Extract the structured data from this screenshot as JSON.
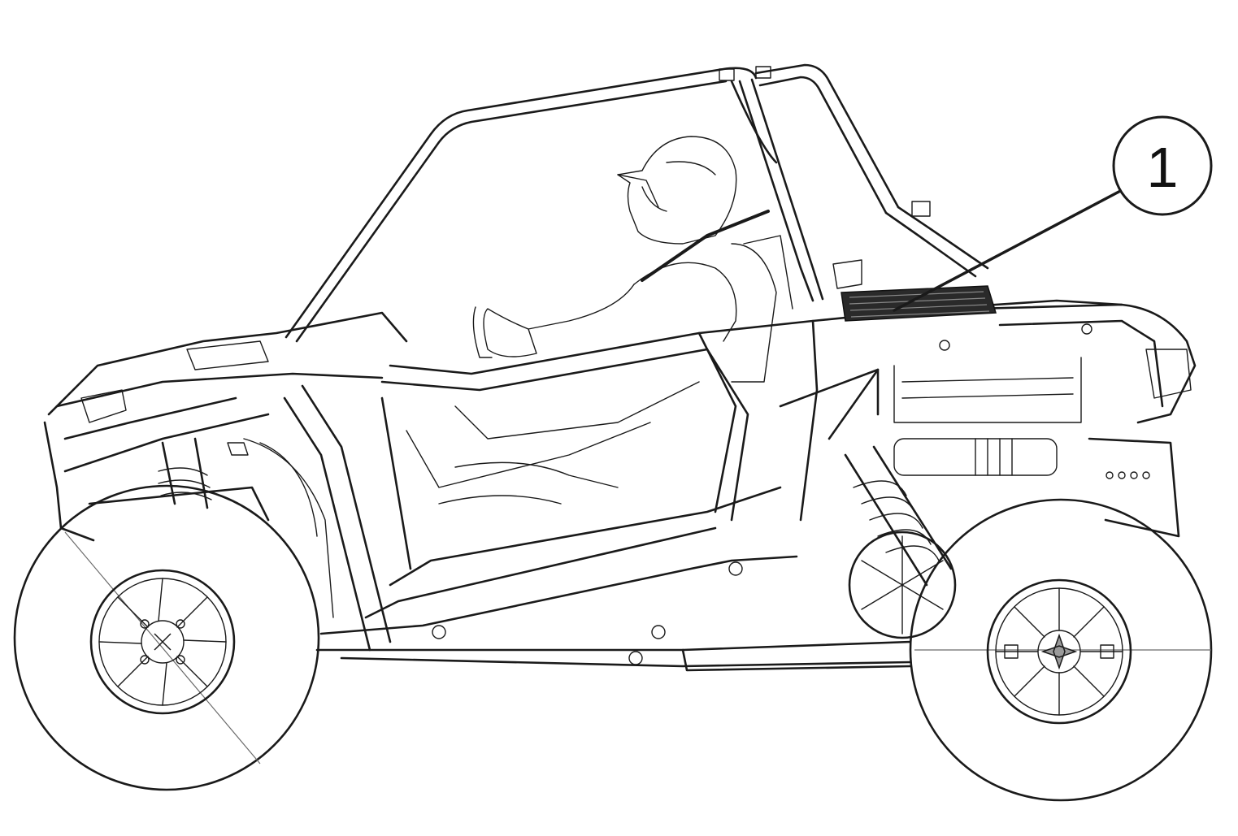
{
  "diagram": {
    "callouts": [
      {
        "label": "1",
        "target": "air-intake-grille"
      }
    ],
    "colors": {
      "ink": "#1a1a1a",
      "background": "#ffffff",
      "grille": "#2a2a2a"
    },
    "icons": [
      "utv-side-view",
      "rider-helmet",
      "wheel-hub-icon"
    ]
  }
}
